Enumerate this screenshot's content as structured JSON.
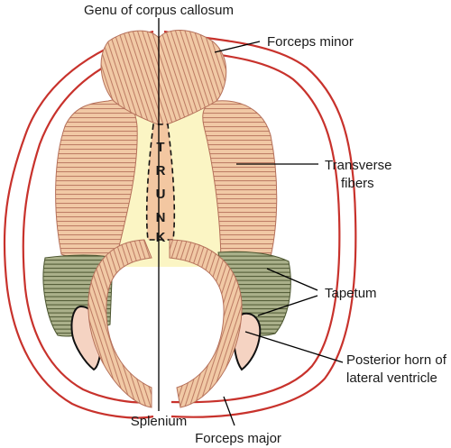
{
  "labels": {
    "genu": "Genu of corpus callosum",
    "forceps_minor": "Forceps minor",
    "transverse_1": "Transverse",
    "transverse_2": "fibers",
    "tapetum": "Tapetum",
    "posterior_1": "Posterior horn of",
    "posterior_2": "lateral ventricle",
    "splenium": "Splenium",
    "forceps_major": "Forceps major"
  },
  "trunk_letters": [
    "T",
    "R",
    "U",
    "N",
    "K"
  ],
  "colors": {
    "hemisphere_outline": "#c8322c",
    "fiber_fill": "#f1c9a5",
    "fiber_line": "#b5705a",
    "body_fill": "#fbf5c4",
    "trunk_fill": "#f3c7a1",
    "tapetum_fill": "#aab08a",
    "tapetum_line": "#4c5630",
    "ventricle_fill": "#f5d3c2"
  }
}
